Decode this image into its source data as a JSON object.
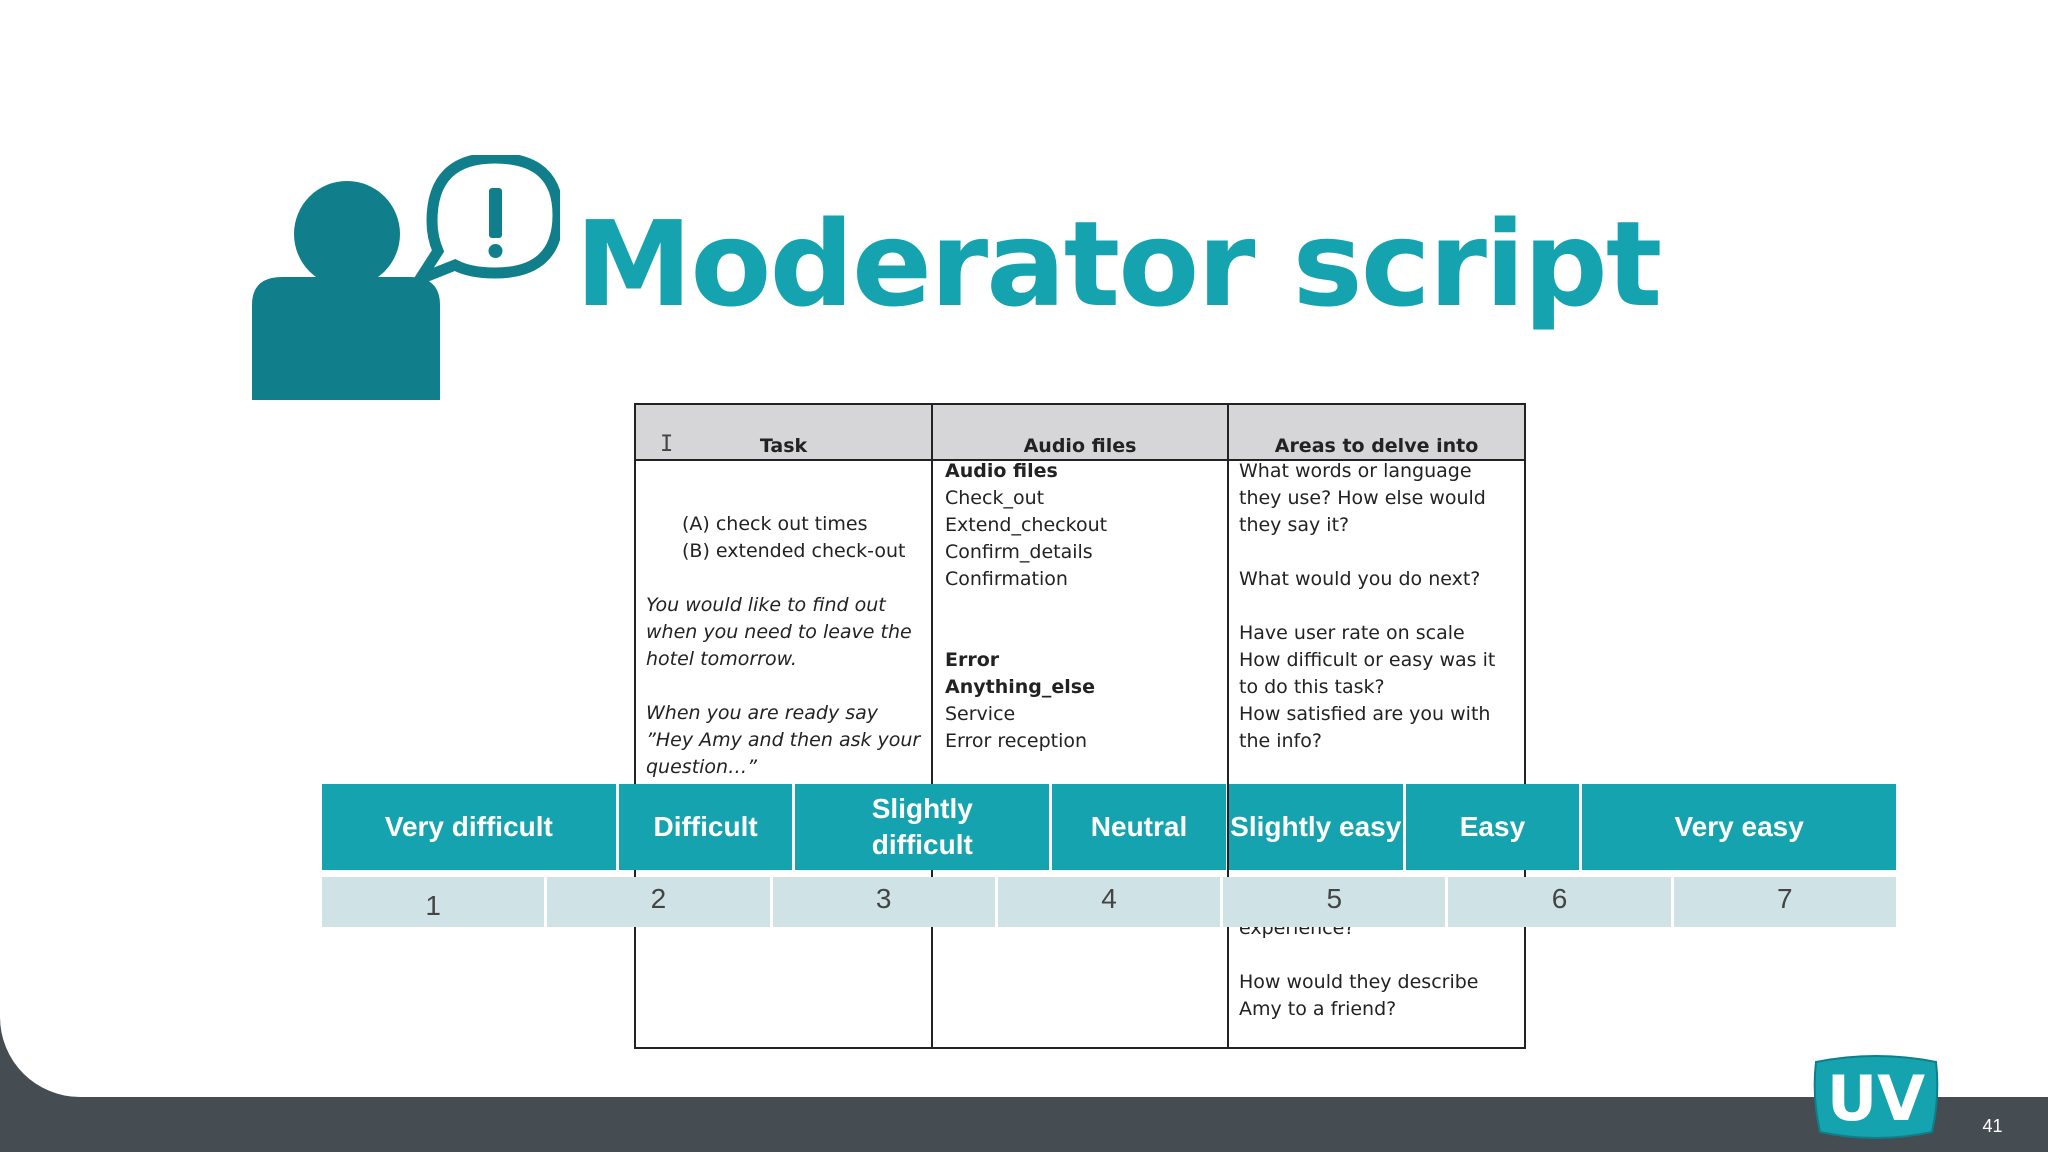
{
  "slide": {
    "title": "Moderator script",
    "page_number": "41",
    "icon": "user-with-speech-exclamation-icon",
    "logo": "UV",
    "accent_color": "#16a3b0"
  },
  "script_table": {
    "headers": [
      "Task",
      "Audio files",
      "Areas to delve into"
    ],
    "task": {
      "options": [
        "(A)  check out times",
        "(B)  extended check-out"
      ],
      "prompt1": "You would like to find out when you need to leave the hotel tomorrow.",
      "prompt2": "When you are ready say ”Hey Amy and then ask your question…”"
    },
    "audio": {
      "heading": "Audio files",
      "files": [
        "Check_out",
        "Extend_checkout",
        "Confirm_details",
        "Confirmation"
      ],
      "error_heading": "Error",
      "anything_heading": "Anything_else",
      "error_files": [
        "Service",
        "Error reception"
      ]
    },
    "areas": {
      "q1": "What words or language they use? How else would they say it?",
      "q2": "What would you do next?",
      "q3": "Have user rate on scale",
      "q4": "How difficult or easy was it to do this task?",
      "q5": "How satisfied are you with the info?",
      "q6_partial": "experience?",
      "q7": "How would they describe Amy to a friend?"
    }
  },
  "rating_scale": {
    "labels": [
      "Very difficult",
      "Difficult",
      "Slightly difficult",
      "Neutral",
      "Slightly easy",
      "Easy",
      "Very easy"
    ],
    "values": [
      "1",
      "2",
      "3",
      "4",
      "5",
      "6",
      "7"
    ]
  }
}
